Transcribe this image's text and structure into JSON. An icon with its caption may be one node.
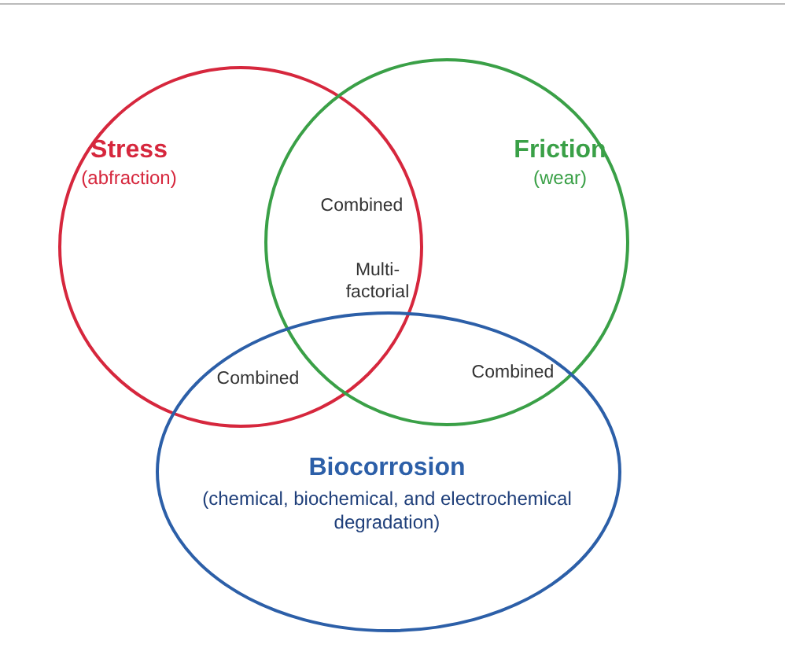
{
  "diagram": {
    "nodes": [
      {
        "text": [
          "Stress",
          "(abfraction)"
        ]
      },
      {
        "text": [
          "Friction",
          "(wear)"
        ]
      },
      {
        "text": [
          "Biocorrosion",
          "(chemical, biochemical, and electrochemical degradation)"
        ]
      }
    ],
    "labels": [
      "Combined",
      "Multi-factorial",
      "Combined",
      "Combined"
    ]
  }
}
